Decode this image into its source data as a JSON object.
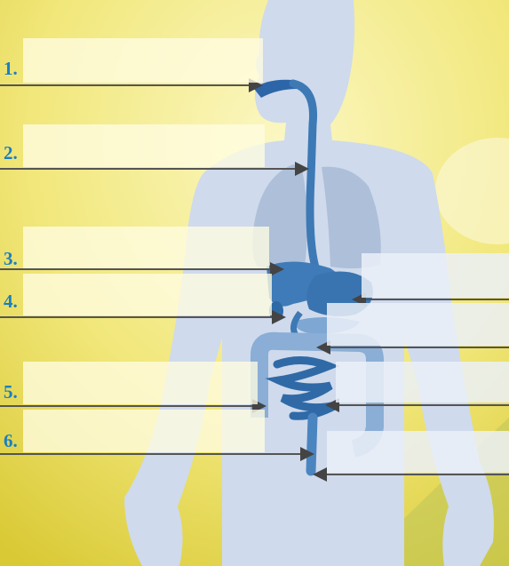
{
  "labels": {
    "l1": "1.",
    "l2": "2.",
    "l3": "3.",
    "l4": "4.",
    "l5": "5.",
    "l6": "6."
  },
  "colors": {
    "background_light": "#f6f1a6",
    "background_dark": "#d8c82e",
    "body": "#cfdaec",
    "organ": "#3d79b5",
    "label_number": "#1a7fc0",
    "leader_line": "#555555"
  },
  "icons": [
    "arrowhead"
  ]
}
